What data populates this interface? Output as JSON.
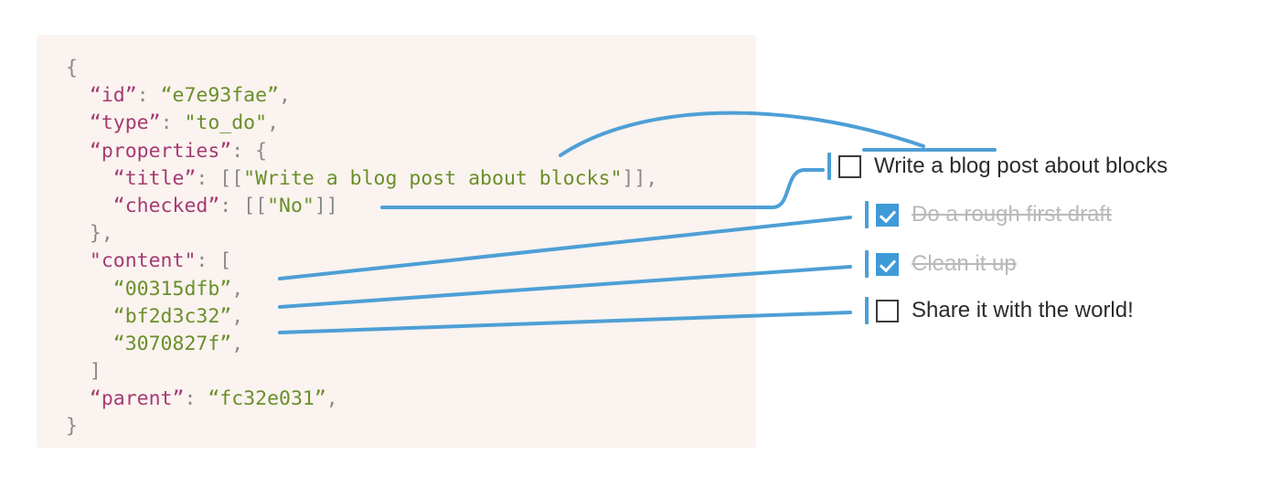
{
  "panel": {
    "background_color": "#faf3ef",
    "code_lines": [
      [
        {
          "t": "{",
          "c": "punct"
        }
      ],
      [
        {
          "t": "  ",
          "c": "plain"
        },
        {
          "t": "“id”",
          "c": "key"
        },
        {
          "t": ": ",
          "c": "punct"
        },
        {
          "t": "“e7e93fae”",
          "c": "str"
        },
        {
          "t": ",",
          "c": "punct"
        }
      ],
      [
        {
          "t": "  ",
          "c": "plain"
        },
        {
          "t": "“type”",
          "c": "key"
        },
        {
          "t": ": ",
          "c": "punct"
        },
        {
          "t": "\"to_do\"",
          "c": "str"
        },
        {
          "t": ",",
          "c": "punct"
        }
      ],
      [
        {
          "t": "  ",
          "c": "plain"
        },
        {
          "t": "“properties”",
          "c": "key"
        },
        {
          "t": ": {",
          "c": "punct"
        }
      ],
      [
        {
          "t": "    ",
          "c": "plain"
        },
        {
          "t": "“title”",
          "c": "key"
        },
        {
          "t": ": [[",
          "c": "punct"
        },
        {
          "t": "\"Write a blog post about blocks\"",
          "c": "str"
        },
        {
          "t": "]],",
          "c": "punct"
        }
      ],
      [
        {
          "t": "    ",
          "c": "plain"
        },
        {
          "t": "“checked”",
          "c": "key"
        },
        {
          "t": ": [[",
          "c": "punct"
        },
        {
          "t": "\"No\"",
          "c": "str"
        },
        {
          "t": "]]",
          "c": "punct"
        }
      ],
      [
        {
          "t": "  },",
          "c": "punct"
        }
      ],
      [
        {
          "t": "  ",
          "c": "plain"
        },
        {
          "t": "\"content\"",
          "c": "key"
        },
        {
          "t": ": [",
          "c": "punct"
        }
      ],
      [
        {
          "t": "    ",
          "c": "plain"
        },
        {
          "t": "“00315dfb”",
          "c": "str"
        },
        {
          "t": ",",
          "c": "punct"
        }
      ],
      [
        {
          "t": "    ",
          "c": "plain"
        },
        {
          "t": "“bf2d3c32”",
          "c": "str"
        },
        {
          "t": ",",
          "c": "punct"
        }
      ],
      [
        {
          "t": "    ",
          "c": "plain"
        },
        {
          "t": "“3070827f”",
          "c": "str"
        },
        {
          "t": ",",
          "c": "punct"
        }
      ],
      [
        {
          "t": "  ]",
          "c": "punct"
        }
      ],
      [
        {
          "t": "  ",
          "c": "plain"
        },
        {
          "t": "“parent”",
          "c": "key"
        },
        {
          "t": ": ",
          "c": "punct"
        },
        {
          "t": "“fc32e031”",
          "c": "str"
        },
        {
          "t": ",",
          "c": "punct"
        }
      ],
      [
        {
          "t": "}",
          "c": "punct"
        }
      ]
    ],
    "syntax_colors": {
      "key": "#a53a72",
      "string": "#6a8f2a",
      "punctuation": "#8a8a8a"
    }
  },
  "todo": {
    "accent_color": "#3f9ad8",
    "connector_color": "#4d9fd6",
    "done_text_color": "#b9b9b9",
    "text_color": "#2b2b2b",
    "items": [
      {
        "label": "Write a blog post about blocks",
        "checked": false,
        "has_tick": true
      },
      {
        "label": "Do a rough first draft",
        "checked": true,
        "has_tick": true
      },
      {
        "label": "Clean it up",
        "checked": true,
        "has_tick": true
      },
      {
        "label": "Share it with the world!",
        "checked": false,
        "has_tick": true
      }
    ]
  },
  "connectors": {
    "color": "#4d9fd6",
    "stroke_width": 4,
    "description": "Blue leader lines linking JSON fields to the rendered to-do blocks",
    "links": [
      {
        "from": "title",
        "to": "item-0-label",
        "kind": "arc-underline"
      },
      {
        "from": "checked",
        "to": "item-0-checkbox",
        "kind": "s-curve"
      },
      {
        "from": "00315dfb",
        "to": "item-1",
        "kind": "diagonal"
      },
      {
        "from": "bf2d3c32",
        "to": "item-2",
        "kind": "diagonal"
      },
      {
        "from": "3070827f",
        "to": "item-3",
        "kind": "diagonal"
      }
    ]
  }
}
